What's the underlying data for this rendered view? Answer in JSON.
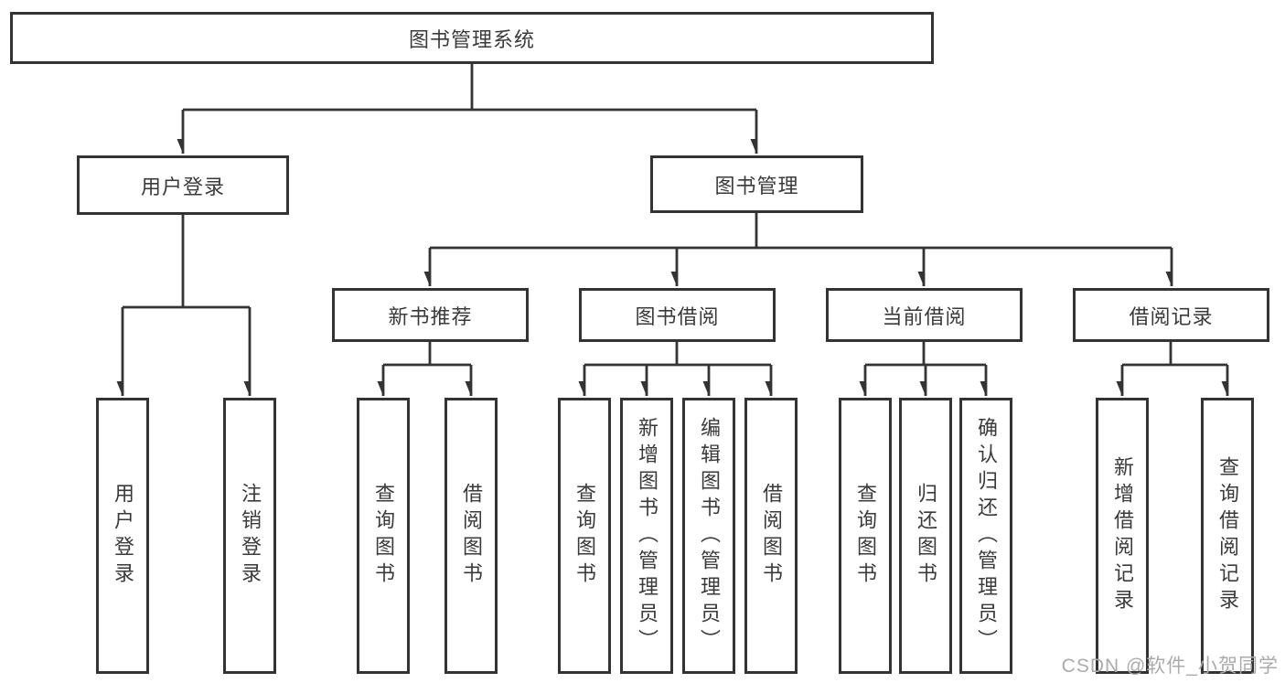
{
  "colors": {
    "line": "#333333",
    "box_border": "#333333",
    "text": "#3a3a3a",
    "background": "#ffffff",
    "watermark": "#ababab"
  },
  "tree": {
    "root": {
      "label": "图书管理系统"
    },
    "branches": [
      {
        "label": "用户登录",
        "children": [
          {
            "label": "用户登录"
          },
          {
            "label": "注销登录"
          }
        ]
      },
      {
        "label": "图书管理",
        "children": [
          {
            "label": "新书推荐",
            "children": [
              {
                "label": "查询图书"
              },
              {
                "label": "借阅图书"
              }
            ]
          },
          {
            "label": "图书借阅",
            "children": [
              {
                "label": "查询图书"
              },
              {
                "label": "新增图书（管理员）"
              },
              {
                "label": "编辑图书（管理员）"
              },
              {
                "label": "借阅图书"
              }
            ]
          },
          {
            "label": "当前借阅",
            "children": [
              {
                "label": "查询图书"
              },
              {
                "label": "归还图书"
              },
              {
                "label": "确认归还（管理员）"
              }
            ]
          },
          {
            "label": "借阅记录",
            "children": [
              {
                "label": "新增借阅记录"
              },
              {
                "label": "查询借阅记录"
              }
            ]
          }
        ]
      }
    ]
  },
  "watermark": {
    "text": "CSDN @软件_小贺同学"
  }
}
